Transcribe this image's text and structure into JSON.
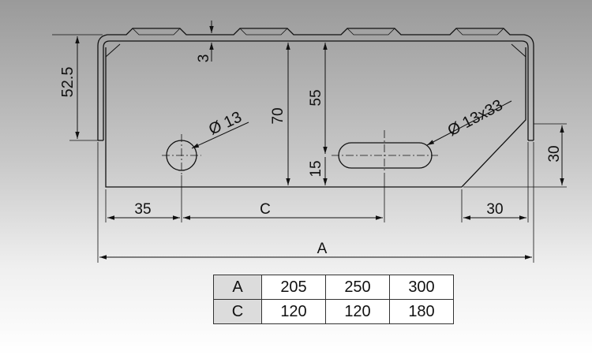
{
  "drawing": {
    "dimensions": {
      "flange_height": "52.5",
      "tread_gap": "3",
      "overall_height": "70",
      "slot_top": "55",
      "slot_bottom": "15",
      "hole_dia": "Ø 13",
      "slot_size": "Ø 13x33",
      "right_height": "30",
      "left_offset": "35",
      "c_length": "C",
      "bevel_length": "30",
      "a_length": "A"
    }
  },
  "table": {
    "rows": [
      {
        "label": "A",
        "values": [
          "205",
          "250",
          "300"
        ]
      },
      {
        "label": "C",
        "values": [
          "120",
          "120",
          "180"
        ]
      }
    ]
  }
}
